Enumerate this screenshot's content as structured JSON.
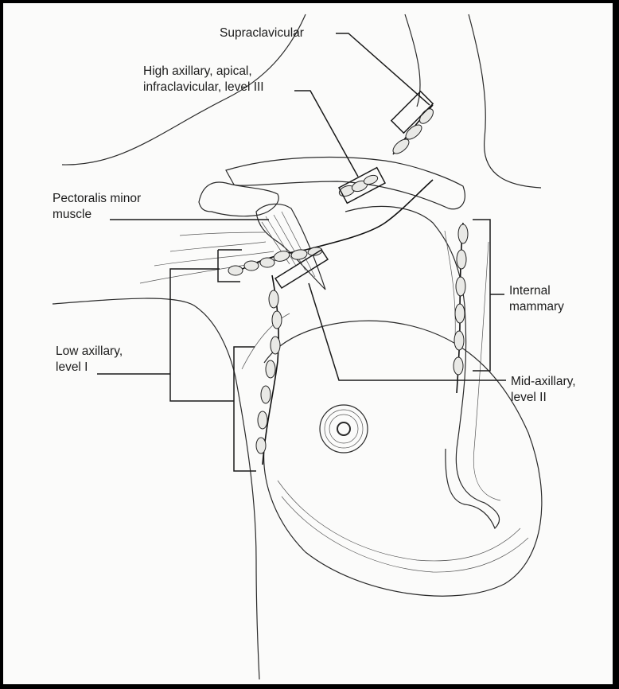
{
  "labels": {
    "supraclavicular": "Supraclavicular",
    "high_axillary": [
      "High axillary, apical,",
      "infraclavicular, level III"
    ],
    "pectoralis_minor": [
      "Pectoralis minor",
      "muscle"
    ],
    "internal_mammary": [
      "Internal",
      "mammary"
    ],
    "low_axillary": [
      "Low axillary,",
      "level I"
    ],
    "mid_axillary": [
      "Mid-axillary,",
      "level II"
    ]
  },
  "colors": {
    "ink": "#1a1a1a",
    "paper": "#fbfbfa",
    "frame": "#000000"
  }
}
